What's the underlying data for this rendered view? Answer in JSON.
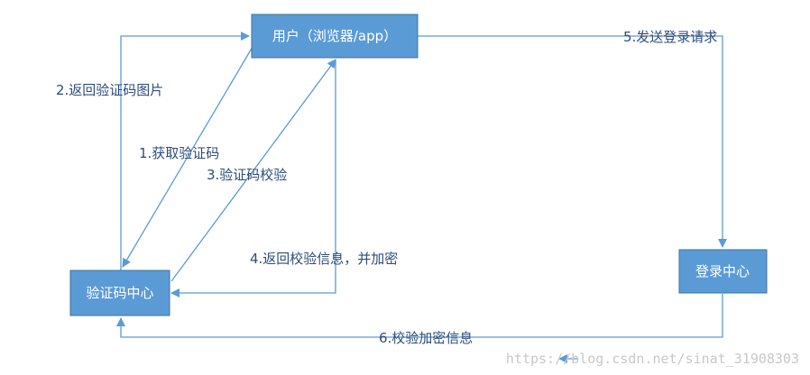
{
  "nodes": {
    "user": {
      "label": "用户（浏览器/app）"
    },
    "captcha_center": {
      "label": "验证码中心"
    },
    "login_center": {
      "label": "登录中心"
    }
  },
  "edges": {
    "step1": {
      "label": "1.获取验证码"
    },
    "step2": {
      "label": "2.返回验证码图片"
    },
    "step3": {
      "label": "3.验证码校验"
    },
    "step4": {
      "label": "4.返回校验信息，并加密"
    },
    "step5": {
      "label": "5.发送登录请求"
    },
    "step6": {
      "label": "6.校验加密信息"
    }
  },
  "watermark": "https://blog.csdn.net/sinat_31908303",
  "colors": {
    "node_fill": "#5b9bd5",
    "edge_stroke": "#5b9bd5",
    "label_text": "#2e4d7a"
  }
}
